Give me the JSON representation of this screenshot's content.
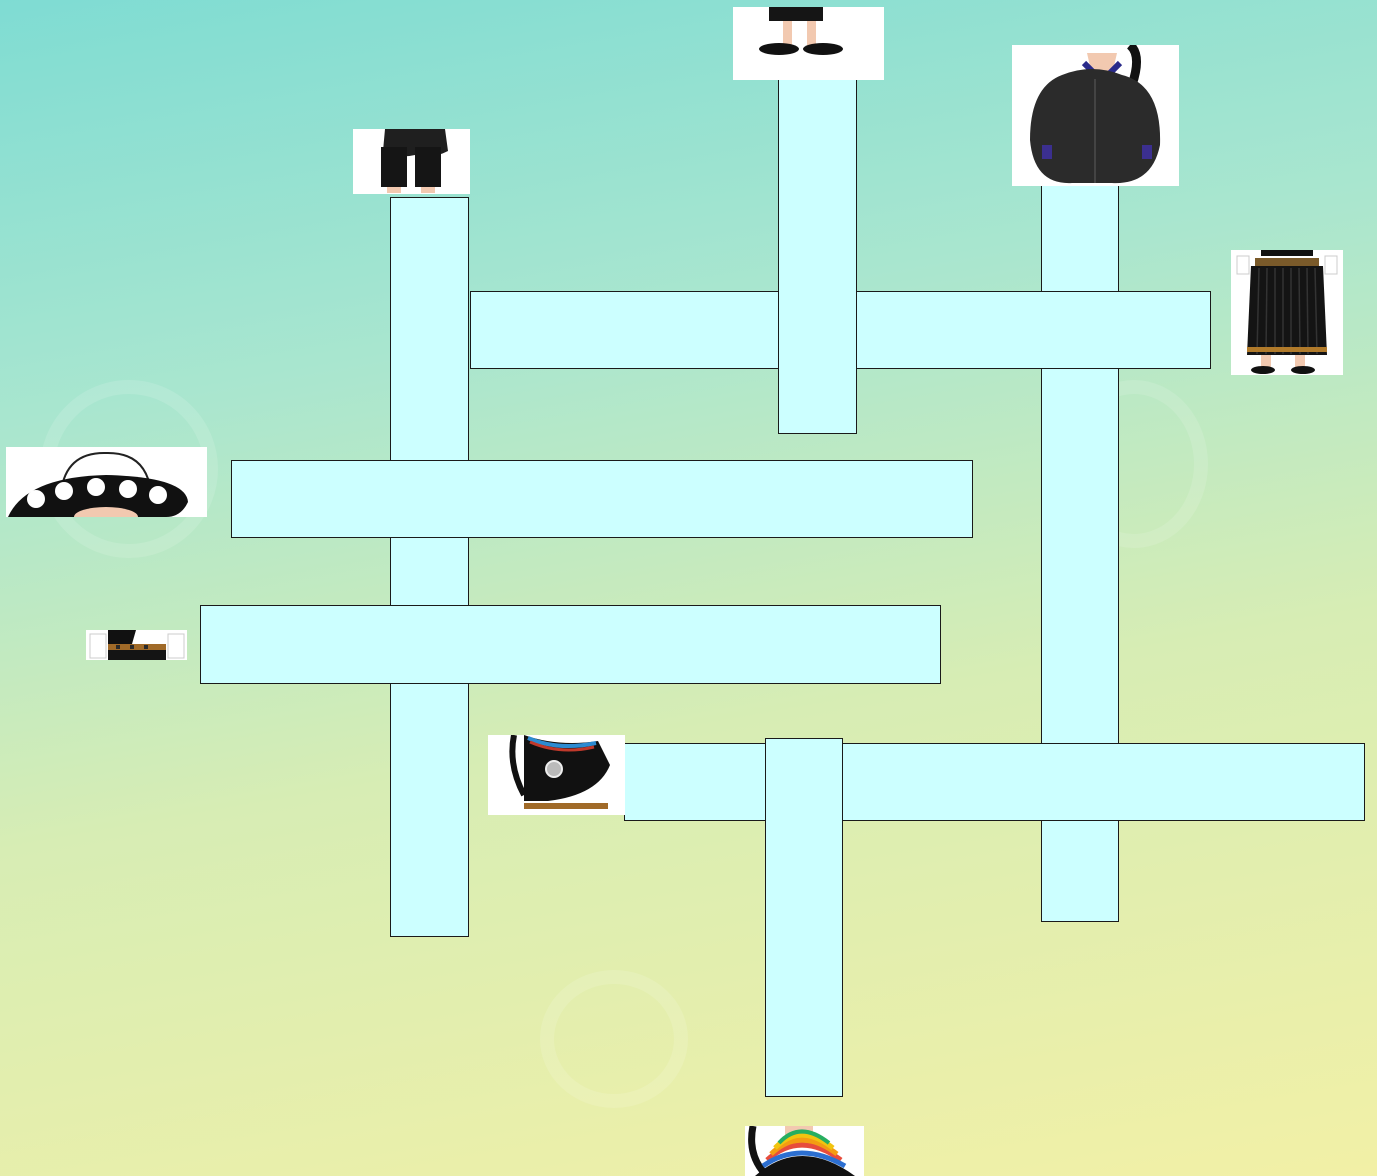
{
  "board": {
    "background_top": "#7fdcd3",
    "background_bottom": "#f2f0a6",
    "slot_fill": "#ccffff",
    "slot_border": "#1a1a1a"
  },
  "slots": [
    {
      "id": "word-1",
      "orientation": "vertical"
    },
    {
      "id": "word-2",
      "orientation": "vertical"
    },
    {
      "id": "word-3",
      "orientation": "vertical"
    },
    {
      "id": "word-4",
      "orientation": "horizontal"
    },
    {
      "id": "word-5",
      "orientation": "horizontal"
    },
    {
      "id": "word-6",
      "orientation": "horizontal"
    },
    {
      "id": "word-7",
      "orientation": "horizontal"
    },
    {
      "id": "word-8",
      "orientation": "vertical"
    }
  ],
  "clues": [
    {
      "icon": "black-pants-icon"
    },
    {
      "icon": "black-shoes-icon"
    },
    {
      "icon": "black-poncho-icon"
    },
    {
      "icon": "pleated-skirt-icon"
    },
    {
      "icon": "black-white-hat-icon"
    },
    {
      "icon": "belt-sash-icon"
    },
    {
      "icon": "shawl-with-brooch-icon"
    },
    {
      "icon": "beaded-necklace-icon"
    }
  ]
}
